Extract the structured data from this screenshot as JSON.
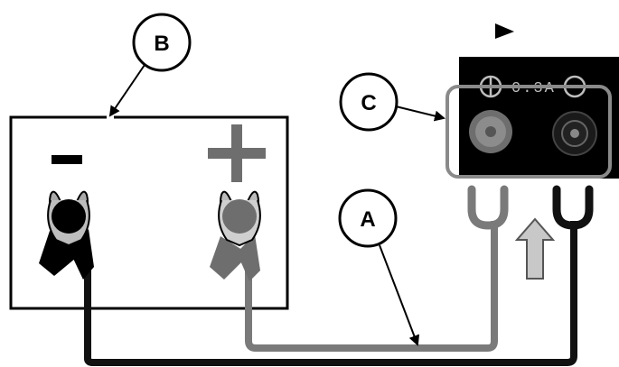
{
  "callouts": {
    "a": "A",
    "b": "B",
    "c": "C"
  },
  "charger": {
    "rating_label": "0.3A",
    "positive_symbol": "+",
    "negative_symbol": "−"
  },
  "battery": {
    "negative_sign": "−",
    "positive_sign": "+"
  },
  "colors": {
    "negative_cable": "#111111",
    "positive_cable": "#8a8a8a",
    "charger_panel": "#000000",
    "callout_border": "#000000",
    "insertion_arrow": "#c8c8c8"
  }
}
